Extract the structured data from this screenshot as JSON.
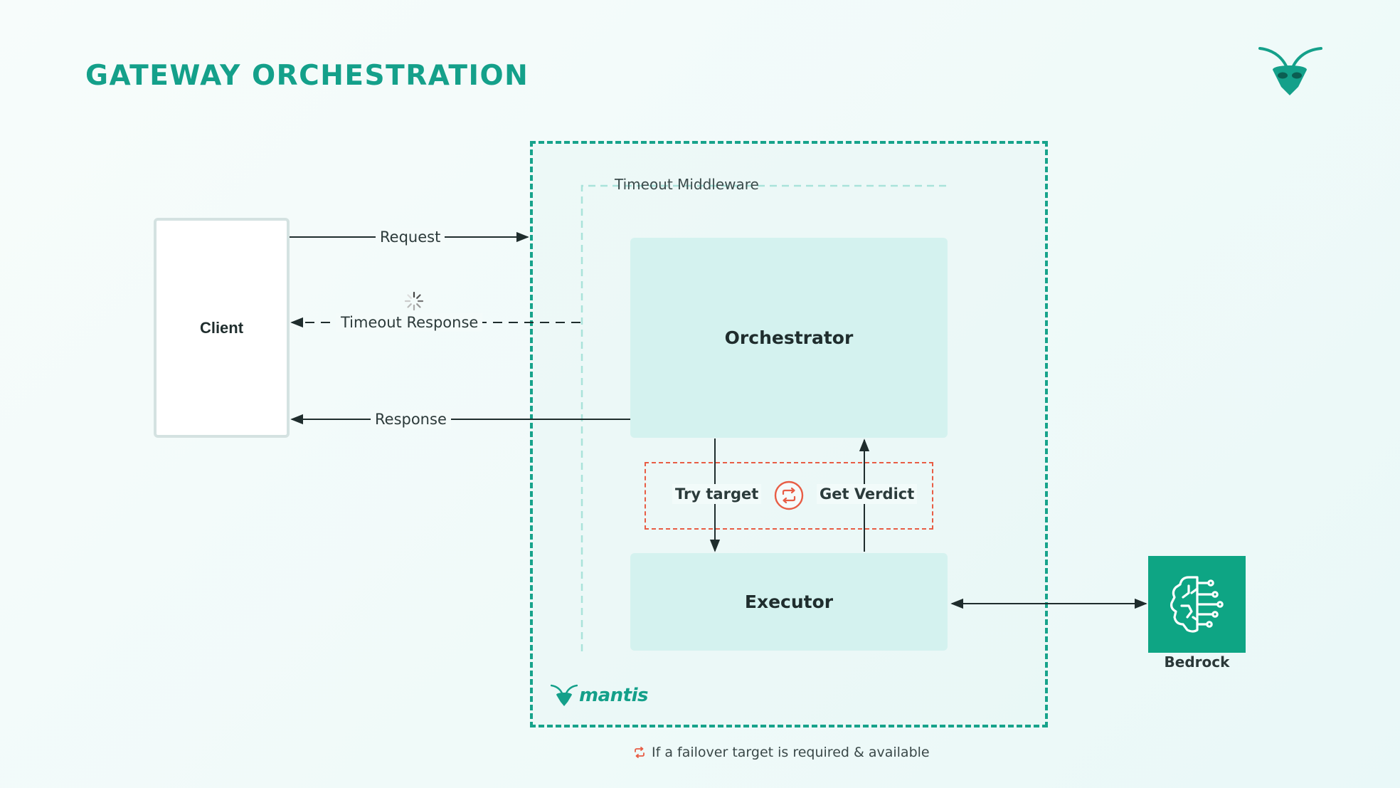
{
  "page": {
    "title": "GATEWAY ORCHESTRATION"
  },
  "diagram": {
    "client": {
      "label": "Client"
    },
    "middleware": {
      "label": "Timeout Middleware"
    },
    "orchestrator": {
      "label": "Orchestrator"
    },
    "executor": {
      "label": "Executor"
    },
    "loop": {
      "left_label": "Try target",
      "right_label": "Get Verdict"
    },
    "edges": {
      "request": "Request",
      "timeout_response": "Timeout Response",
      "response": "Response"
    },
    "bedrock": {
      "label": "Bedrock"
    },
    "brand": {
      "text": "mantis"
    },
    "footnote": "If a failover target is required & available"
  },
  "colors": {
    "brand_teal": "#14a08a",
    "gateway_border": "#17a38b",
    "loop_accent": "#e85d45",
    "box_fill": "#d4f2ef",
    "bedrock_fill": "#0ea584"
  },
  "icons": {
    "corner_logo": "mantis-head-icon",
    "spinner": "loading-spinner-icon",
    "loop": "refresh-cycle-icon",
    "bedrock": "ai-brain-circuit-icon"
  }
}
